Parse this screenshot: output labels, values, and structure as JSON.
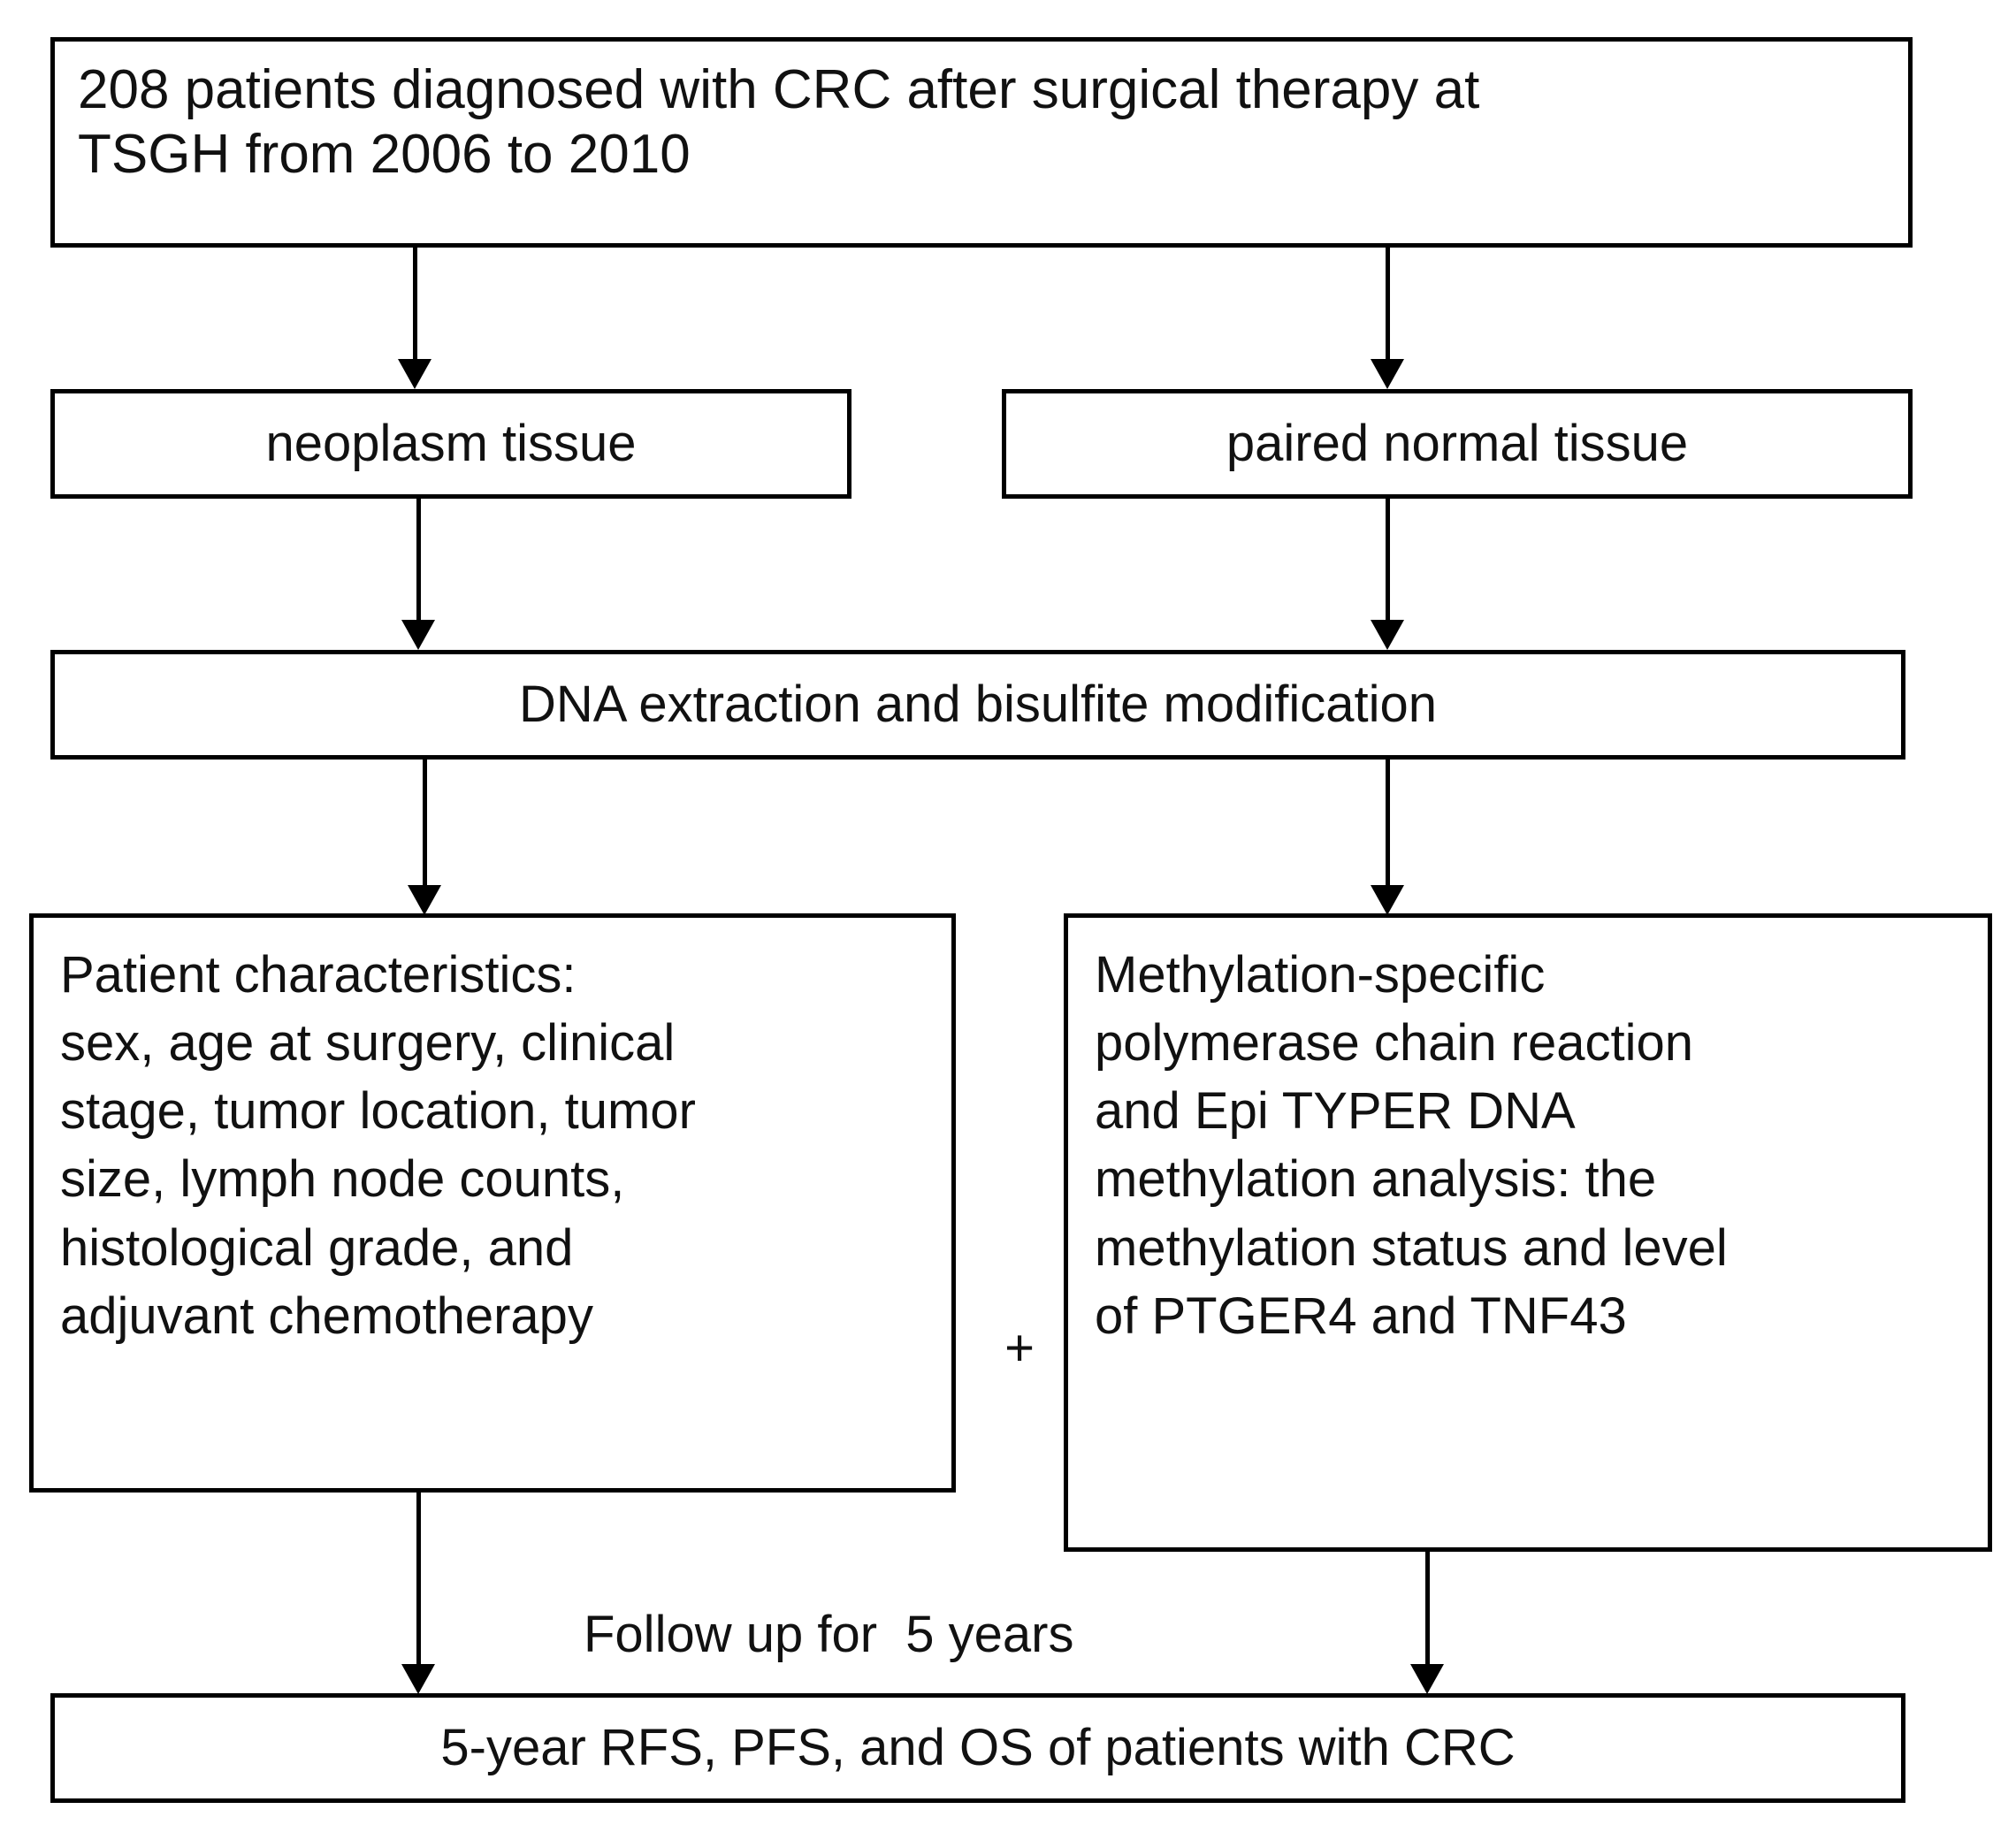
{
  "figure": {
    "type": "flowchart",
    "orientation": "top-to-bottom",
    "background_color": "#ffffff",
    "line_color": "#000000",
    "text_color": "#111111"
  },
  "nodes": {
    "cohort": {
      "id": "cohort",
      "label": "208 patients diagnosed with CRC after surgical therapy at\nTSGH from 2006 to 2010",
      "shape": "rectangle"
    },
    "neoplasm_tissue": {
      "id": "neoplasm-tissue",
      "label": "neoplasm tissue",
      "shape": "rectangle"
    },
    "paired_normal_tissue": {
      "id": "paired-normal-tissue",
      "label": "paired normal tissue",
      "shape": "rectangle"
    },
    "dna_extraction": {
      "id": "dna-extraction",
      "label": "DNA extraction and bisulfite modification",
      "shape": "rectangle"
    },
    "patient_characteristics": {
      "id": "patient-characteristics",
      "label": "Patient characteristics:\nsex, age at surgery, clinical\nstage, tumor location, tumor\nsize, lymph node counts,\nhistological grade, and\nadjuvant chemotherapy",
      "shape": "rectangle"
    },
    "methylation_analysis": {
      "id": "methylation-analysis",
      "label": "Methylation-specific\npolymerase chain reaction\nand Epi TYPER DNA\nmethylation analysis: the\nmethylation status and level\nof PTGER4 and  TNF43",
      "shape": "rectangle"
    },
    "outcomes": {
      "id": "outcomes",
      "label": "5-year RFS, PFS, and OS of patients with CRC",
      "shape": "rectangle"
    }
  },
  "connectors": {
    "plus_symbol": "+",
    "followup_label": "Follow up for  5 years",
    "edges": [
      {
        "from": "cohort",
        "to": "neoplasm_tissue",
        "arrow": "down"
      },
      {
        "from": "cohort",
        "to": "paired_normal_tissue",
        "arrow": "down"
      },
      {
        "from": "neoplasm_tissue",
        "to": "dna_extraction",
        "arrow": "down"
      },
      {
        "from": "paired_normal_tissue",
        "to": "dna_extraction",
        "arrow": "down"
      },
      {
        "from": "dna_extraction",
        "to": "patient_characteristics",
        "arrow": "down"
      },
      {
        "from": "dna_extraction",
        "to": "methylation_analysis",
        "arrow": "down"
      },
      {
        "from": "patient_characteristics",
        "to": "outcomes",
        "arrow": "down"
      },
      {
        "from": "methylation_analysis",
        "to": "outcomes",
        "arrow": "down"
      }
    ]
  }
}
